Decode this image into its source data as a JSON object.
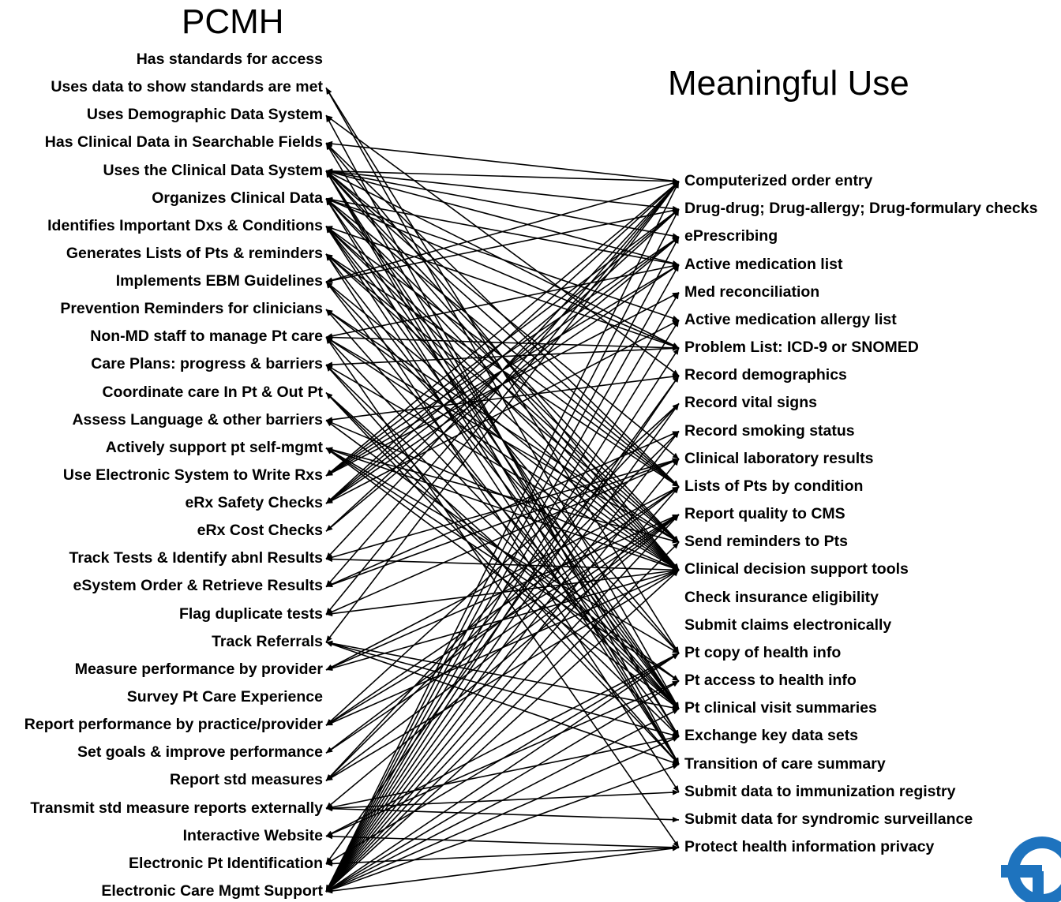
{
  "left_title": "PCMH",
  "right_title": "Meaningful Use",
  "left_items": [
    "Has standards for access",
    "Uses data to show standards are met",
    "Uses Demographic Data System",
    "Has Clinical Data in Searchable Fields",
    "Uses the Clinical Data System",
    "Organizes Clinical Data",
    "Identifies Important Dxs & Conditions",
    "Generates Lists of Pts & reminders",
    "Implements EBM Guidelines",
    "Prevention Reminders for clinicians",
    "Non-MD staff to manage Pt care",
    "Care Plans: progress & barriers",
    "Coordinate care In Pt & Out Pt",
    "Assess Language & other barriers",
    "Actively support pt self-mgmt",
    "Use Electronic System to Write Rxs",
    "eRx Safety Checks",
    "eRx Cost Checks",
    "Track Tests & Identify abnl Results",
    "eSystem Order & Retrieve Results",
    "Flag duplicate tests",
    "Track Referrals",
    "Measure performance by provider",
    "Survey Pt Care Experience",
    "Report performance by practice/provider",
    "Set goals & improve performance",
    "Report std measures",
    "Transmit std measure reports externally",
    "Interactive Website",
    "Electronic Pt Identification",
    "Electronic Care Mgmt Support"
  ],
  "right_items": [
    "Computerized order entry",
    "Drug-drug; Drug-allergy; Drug-formulary checks",
    "ePrescribing",
    "Active medication list",
    "Med reconciliation",
    "Active medication allergy list",
    "Problem List: ICD-9 or SNOMED",
    "Record demographics",
    "Record vital signs",
    "Record smoking status",
    "Clinical laboratory results",
    "Lists of Pts by condition",
    "Report quality to CMS",
    "Send reminders to Pts",
    "Clinical decision support tools",
    "Check insurance eligibility",
    "Submit claims electronically",
    "Pt copy of health info",
    "Pt access to health info",
    "Pt clinical visit summaries",
    "Exchange key data sets",
    "Transition of care summary",
    "Submit data to immunization registry",
    "Submit data for syndromic surveillance",
    "Protect health information privacy"
  ],
  "links": [
    [
      1,
      17
    ],
    [
      1,
      19
    ],
    [
      2,
      7
    ],
    [
      2,
      21
    ],
    [
      3,
      0
    ],
    [
      3,
      11
    ],
    [
      3,
      14
    ],
    [
      3,
      20
    ],
    [
      4,
      0
    ],
    [
      4,
      1
    ],
    [
      4,
      2
    ],
    [
      4,
      3
    ],
    [
      4,
      6
    ],
    [
      4,
      10
    ],
    [
      4,
      11
    ],
    [
      4,
      13
    ],
    [
      4,
      14
    ],
    [
      4,
      19
    ],
    [
      4,
      20
    ],
    [
      4,
      21
    ],
    [
      5,
      3
    ],
    [
      5,
      5
    ],
    [
      5,
      6
    ],
    [
      5,
      11
    ],
    [
      5,
      13
    ],
    [
      5,
      14
    ],
    [
      5,
      19
    ],
    [
      5,
      21
    ],
    [
      6,
      6
    ],
    [
      6,
      11
    ],
    [
      6,
      13
    ],
    [
      6,
      14
    ],
    [
      6,
      17
    ],
    [
      6,
      19
    ],
    [
      6,
      21
    ],
    [
      7,
      11
    ],
    [
      7,
      13
    ],
    [
      7,
      14
    ],
    [
      7,
      19
    ],
    [
      7,
      22
    ],
    [
      8,
      0
    ],
    [
      8,
      1
    ],
    [
      8,
      14
    ],
    [
      8,
      17
    ],
    [
      8,
      20
    ],
    [
      9,
      13
    ],
    [
      9,
      14
    ],
    [
      9,
      19
    ],
    [
      10,
      3
    ],
    [
      10,
      6
    ],
    [
      10,
      13
    ],
    [
      10,
      14
    ],
    [
      10,
      19
    ],
    [
      10,
      24
    ],
    [
      11,
      6
    ],
    [
      11,
      14
    ],
    [
      11,
      19
    ],
    [
      11,
      21
    ],
    [
      12,
      19
    ],
    [
      12,
      20
    ],
    [
      12,
      21
    ],
    [
      13,
      7
    ],
    [
      13,
      14
    ],
    [
      13,
      18
    ],
    [
      14,
      13
    ],
    [
      14,
      14
    ],
    [
      14,
      17
    ],
    [
      14,
      18
    ],
    [
      14,
      19
    ],
    [
      15,
      0
    ],
    [
      15,
      1
    ],
    [
      15,
      2
    ],
    [
      15,
      3
    ],
    [
      15,
      4
    ],
    [
      16,
      0
    ],
    [
      16,
      1
    ],
    [
      16,
      2
    ],
    [
      16,
      3
    ],
    [
      16,
      5
    ],
    [
      17,
      1
    ],
    [
      17,
      2
    ],
    [
      18,
      0
    ],
    [
      18,
      10
    ],
    [
      18,
      14
    ],
    [
      19,
      0
    ],
    [
      19,
      9
    ],
    [
      19,
      10
    ],
    [
      20,
      0
    ],
    [
      20,
      10
    ],
    [
      20,
      14
    ],
    [
      21,
      0
    ],
    [
      21,
      19
    ],
    [
      21,
      20
    ],
    [
      21,
      21
    ],
    [
      22,
      11
    ],
    [
      22,
      12
    ],
    [
      22,
      14
    ],
    [
      24,
      8
    ],
    [
      24,
      11
    ],
    [
      24,
      12
    ],
    [
      24,
      14
    ],
    [
      25,
      11
    ],
    [
      25,
      12
    ],
    [
      26,
      8
    ],
    [
      26,
      9
    ],
    [
      26,
      12
    ],
    [
      26,
      14
    ],
    [
      27,
      12
    ],
    [
      27,
      20
    ],
    [
      27,
      22
    ],
    [
      27,
      23
    ],
    [
      28,
      17
    ],
    [
      28,
      18
    ],
    [
      28,
      24
    ],
    [
      29,
      7
    ],
    [
      29,
      17
    ],
    [
      29,
      24
    ],
    [
      30,
      0
    ],
    [
      30,
      1
    ],
    [
      30,
      2
    ],
    [
      30,
      3
    ],
    [
      30,
      4
    ],
    [
      30,
      5
    ],
    [
      30,
      6
    ],
    [
      30,
      7
    ],
    [
      30,
      8
    ],
    [
      30,
      9
    ],
    [
      30,
      10
    ],
    [
      30,
      11
    ],
    [
      30,
      12
    ],
    [
      30,
      13
    ],
    [
      30,
      14
    ],
    [
      30,
      17
    ],
    [
      30,
      18
    ],
    [
      30,
      19
    ],
    [
      30,
      20
    ],
    [
      30,
      21
    ],
    [
      30,
      24
    ]
  ],
  "colors": {
    "line": "#000000",
    "text": "#000000",
    "logo_blue": "#1e73be"
  },
  "logo_icon": "organization-logo"
}
